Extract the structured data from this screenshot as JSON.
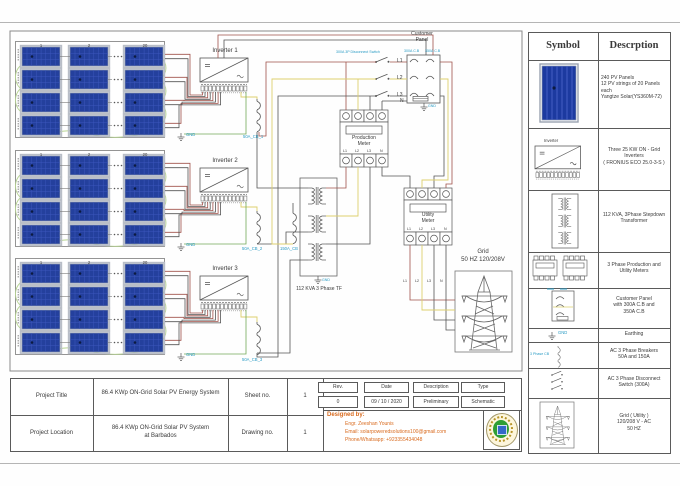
{
  "colors": {
    "panel_blue": "#24409d",
    "wire_red": "#a0524a",
    "wire_yellow": "#ddd06e",
    "wire_black": "#555555",
    "wire_green": "#74aa58",
    "wavy_green": "#b7d492",
    "label_blue": "#2a9bc4",
    "accent_orange": "#d96b1f"
  },
  "schematic": {
    "arrays": {
      "c1": "1",
      "c2": "2",
      "c20": "20"
    },
    "inverter1": "Inverter 1",
    "inverter2": "Inverter 2",
    "inverter3": "Inverter 3",
    "cb1": "50A_CB_1",
    "cb2": "50A_CB_2",
    "cb150": "150A_CB",
    "cb3": "50A_CB_3",
    "gnd": "GND",
    "transformer_label": "112 KVA   3 Phase TF",
    "production_meter": "Production\nMeter",
    "utility_meter": "Utility\nMeter",
    "customer_panel": "Customer\nPanel",
    "disconnect_switch": "300A 3P Disconnect Switch",
    "cb_300": "300A C.B",
    "cb_350": "350A C.B",
    "phase_l1": "L1",
    "phase_l2": "L2",
    "phase_l3": "L3",
    "phase_n": "N",
    "grid_title": "Grid",
    "grid_spec": "50 HZ  120/208V"
  },
  "legend": {
    "symbol_header": "Symbol",
    "description_header": "Descrption",
    "inverter_caption": "Inverter",
    "gnd_caption": "GND",
    "breaker_caption": "3 Phase CB",
    "rows": [
      {
        "name": "pv-panels",
        "description": "240 PV Panels\n12 PV strings of 20 Panels\neach\nYangtze Solar(YS360M-72)"
      },
      {
        "name": "inverters",
        "description": "Three 25 KW ON - Grid\nInverters\n( FRONIUS ECO 25.0-3-S )"
      },
      {
        "name": "transformer",
        "description": "112 KVA, 3Phase Stepdown\nTransformer"
      },
      {
        "name": "meters",
        "description": "3 Phase Production and\nUtility Meters"
      },
      {
        "name": "customer-panel",
        "description": "Customer Panel\nwith 300A C.B and\n350A C.B"
      },
      {
        "name": "earthing",
        "description": "Earthing"
      },
      {
        "name": "breakers",
        "description": "AC 3 Phase Breakers\n50A and 150A"
      },
      {
        "name": "disconnect",
        "description": "AC 3 Phase Disconnect\nSwitch (300A)"
      },
      {
        "name": "grid",
        "description": "Grid ( Utility )\n120/208 V - AC\n50 HZ"
      }
    ]
  },
  "title_block": {
    "project_title_label": "Project Title",
    "project_title": "86.4 KWp ON-Grid Solar PV Energy System",
    "sheet_label": "Sheet no.",
    "sheet_value": "1",
    "project_location_label": "Project Location",
    "project_location": "86.4 KWp ON-Grid Solar PV System\nat Barbados",
    "drawing_label": "Drawing no.",
    "drawing_value": "1",
    "rev_label": "Rev.",
    "rev_value": "0",
    "date_label": "Date",
    "date_value": "09 / 10 / 2020",
    "description_label": "Description",
    "description_value": "Preliminary",
    "type_label": "Type",
    "type_value": "Schematic",
    "designed_by": "Designed by:",
    "engineer": "Engr. Zeeshan Younis",
    "email": "Email: solarpoweredsolutions100@gmail.com",
    "phone": "Phone/Whatsapp: +923355434048"
  }
}
